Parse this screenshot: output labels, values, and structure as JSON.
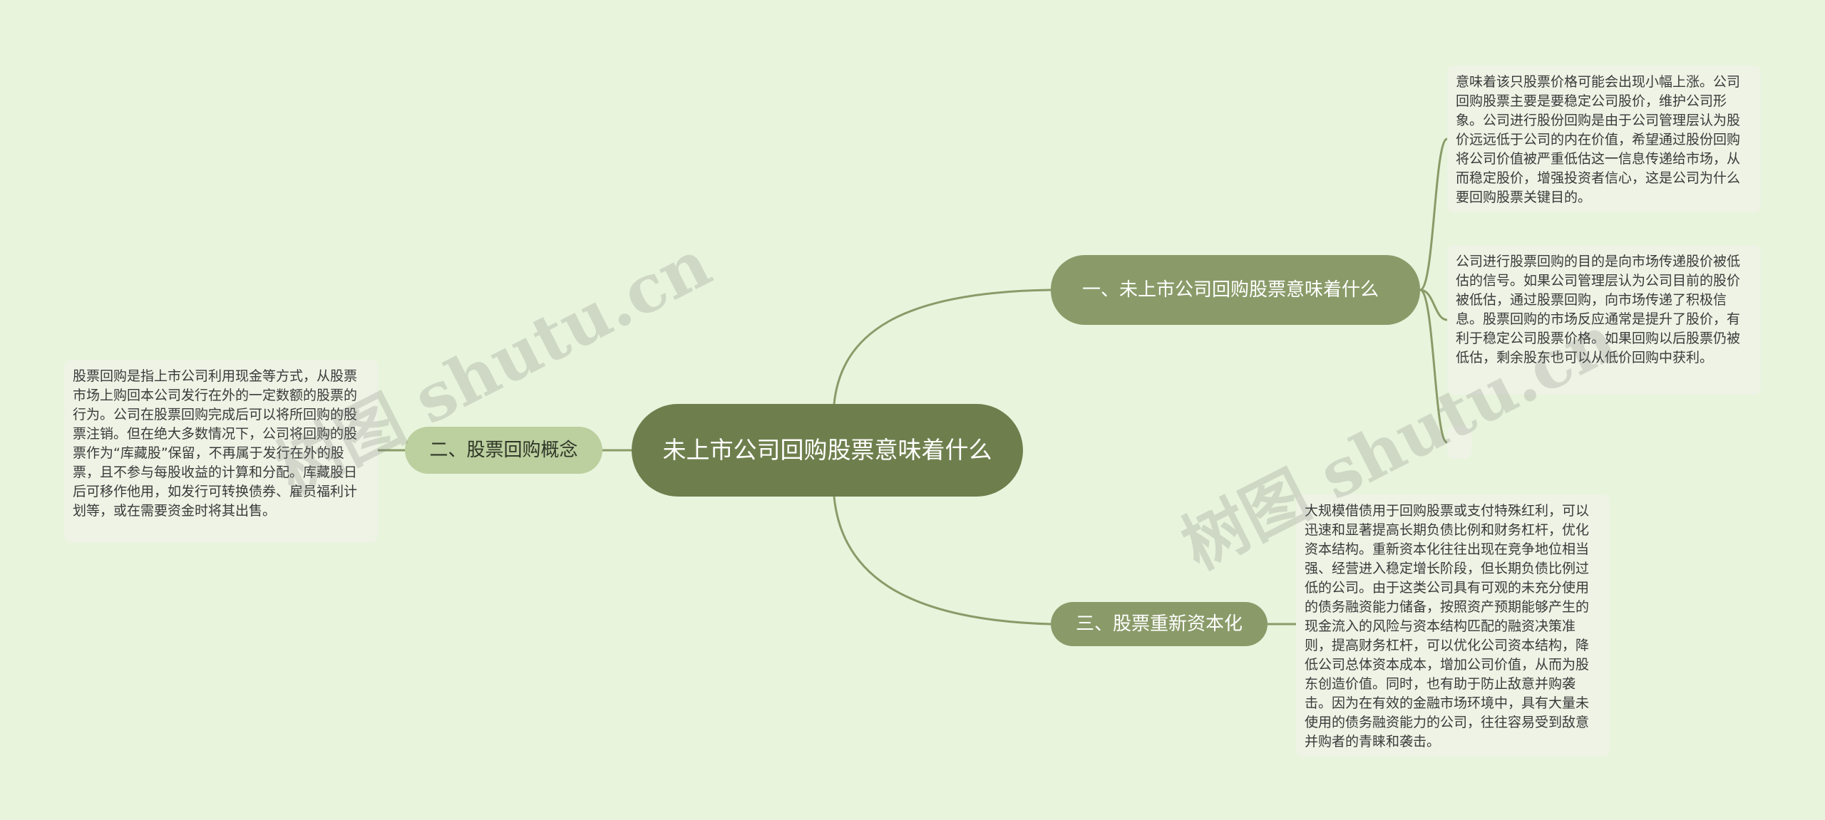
{
  "mindmap": {
    "root": "未上市公司回购股票意味着什么",
    "branches": {
      "b1": {
        "label": "一、未上市公司回购股票意味着什么",
        "leaves": [
          "意味着该只股票价格可能会出现小幅上涨。公司回购股票主要是要稳定公司股价，维护公司形象。公司进行股份回购是由于公司管理层认为股价远远低于公司的内在价值，希望通过股份回购将公司价值被严重低估这一信息传递给市场，从而稳定股价，增强投资者信心，这是公司为什么要回购股票关键目的。",
          "公司进行股票回购的目的是向市场传递股价被低估的信号。如果公司管理层认为公司目前的股价被低估，通过股票回购，向市场传递了积极信息。股票回购的市场反应通常是提升了股价，有利于稳定公司股票价格。如果回购以后股票仍被低估，剩余股东也可以从低价回购中获利。",
          ""
        ]
      },
      "b2": {
        "label": "二、股票回购概念",
        "leaves": [
          "股票回购是指上市公司利用现金等方式，从股票市场上购回本公司发行在外的一定数额的股票的行为。公司在股票回购完成后可以将所回购的股票注销。但在绝大多数情况下，公司将回购的股票作为“库藏股”保留，不再属于发行在外的股票，且不参与每股收益的计算和分配。库藏股日后可移作他用，如发行可转换债券、雇员福利计划等，或在需要资金时将其出售。"
        ]
      },
      "b3": {
        "label": "三、股票重新资本化",
        "leaves": [
          "大规模借债用于回购股票或支付特殊红利，可以迅速和显著提高长期负债比例和财务杠杆，优化资本结构。重新资本化往往出现在竞争地位相当强、经营进入稳定增长阶段，但长期负债比例过低的公司。由于这类公司具有可观的未充分使用的债务融资能力储备，按照资产预期能够产生的现金流入的风险与资本结构匹配的融资决策准则，提高财务杠杆，可以优化公司资本结构，降低公司总体资本成本，增加公司价值，从而为股东创造价值。同时，也有助于防止敌意并购袭击。因为在有效的金融市场环境中，具有大量未使用的债务融资能力的公司，往往容易受到敌意并购者的青睐和袭击。"
        ]
      }
    }
  },
  "watermark": {
    "text1": "树图 shutu.cn",
    "text2": "树图 shutu.cn"
  },
  "colors": {
    "background": "#e8f4dc",
    "root": "#6e7f4d",
    "branch": "#8a9b69",
    "branch_light": "#bccf9f",
    "connector": "#8a9b69",
    "leaf": "#eef3e5"
  }
}
